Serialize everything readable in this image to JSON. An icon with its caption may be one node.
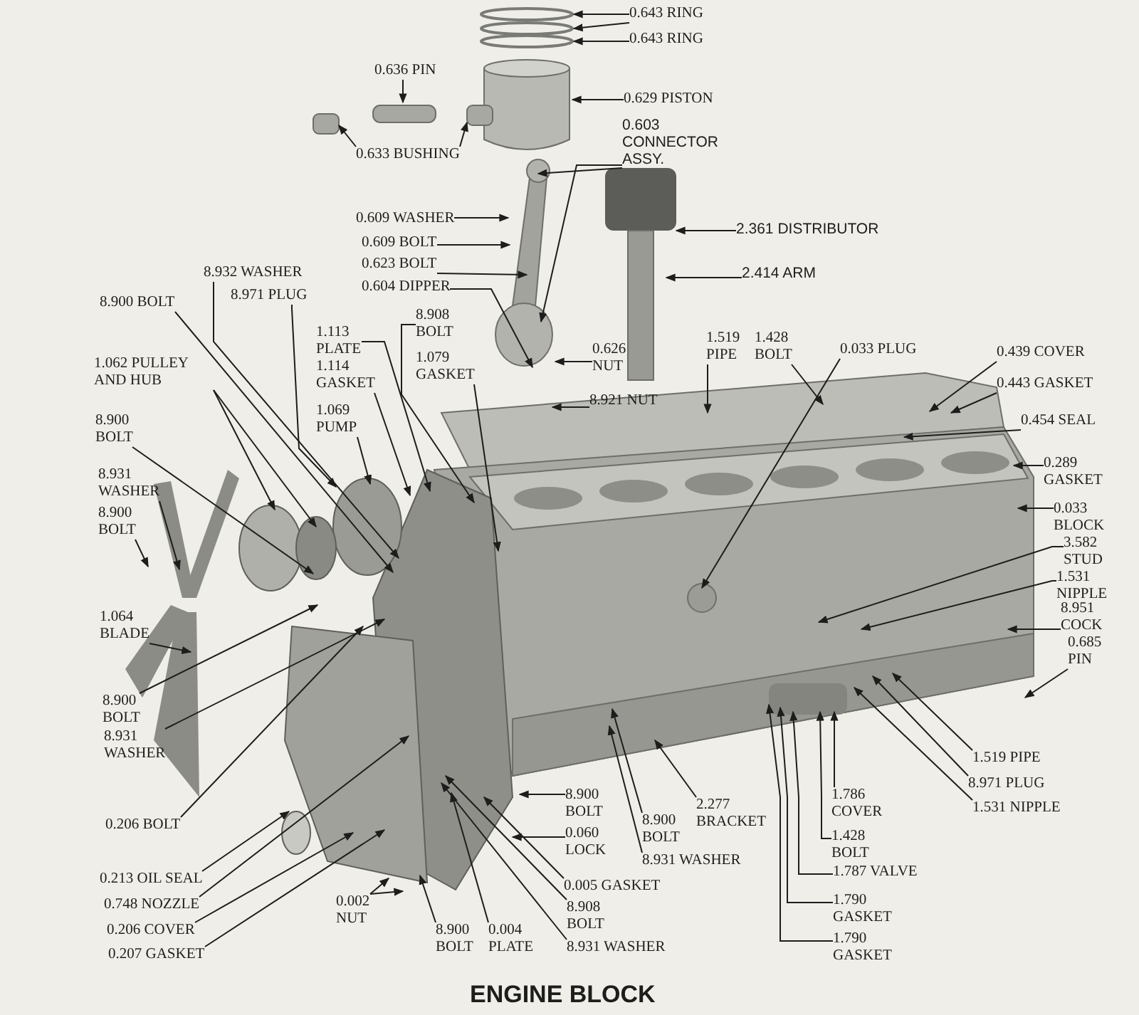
{
  "diagram": {
    "title": "ENGINE BLOCK",
    "nodes": [
      {
        "text": [
          "0.643 RING"
        ]
      },
      {
        "text": [
          "0.643 RING"
        ]
      },
      {
        "text": [
          "0.636 PIN"
        ]
      },
      {
        "text": [
          "0.629 PISTON"
        ]
      },
      {
        "text": [
          "0.603 CONNECTOR ASSY."
        ]
      },
      {
        "text": [
          "0.633 BUSHING"
        ]
      },
      {
        "text": [
          "0.609 WASHER"
        ]
      },
      {
        "text": [
          "2.361 DISTRIBUTOR"
        ]
      },
      {
        "text": [
          "0.609 BOLT"
        ]
      },
      {
        "text": [
          "0.623 BOLT"
        ]
      },
      {
        "text": [
          "2.414 ARM"
        ]
      },
      {
        "text": [
          "8.932 WASHER"
        ]
      },
      {
        "text": [
          "0.604 DIPPER"
        ]
      },
      {
        "text": [
          "8.971 PLUG"
        ]
      },
      {
        "text": [
          "8.900 BOLT"
        ]
      },
      {
        "text": [
          "8.908 BOLT"
        ]
      },
      {
        "text": [
          "1.113 PLATE"
        ]
      },
      {
        "text": [
          "0.626 NUT"
        ]
      },
      {
        "text": [
          "1.079 GASKET"
        ]
      },
      {
        "text": [
          "1.519 PIPE"
        ]
      },
      {
        "text": [
          "1.428 BOLT"
        ]
      },
      {
        "text": [
          "0.439 COVER"
        ]
      },
      {
        "text": [
          "1.062 PULLEY AND HUB"
        ]
      },
      {
        "text": [
          "1.114 GASKET"
        ]
      },
      {
        "text": [
          "0.033 PLUG"
        ]
      },
      {
        "text": [
          "0.443 GASKET"
        ]
      },
      {
        "text": [
          "8.921 NUT"
        ]
      },
      {
        "text": [
          "1.069 PUMP"
        ]
      },
      {
        "text": [
          "8.900 BOLT"
        ]
      },
      {
        "text": [
          "0.454 SEAL"
        ]
      },
      {
        "text": [
          "0.289 GASKET"
        ]
      },
      {
        "text": [
          "8.931 WASHER"
        ]
      },
      {
        "text": [
          "8.900 BOLT"
        ]
      },
      {
        "text": [
          "0.033 BLOCK"
        ]
      },
      {
        "text": [
          "3.582 STUD"
        ]
      },
      {
        "text": [
          "1.531 NIPPLE"
        ]
      },
      {
        "text": [
          "1.064 BLADE"
        ]
      },
      {
        "text": [
          "8.951 COCK"
        ]
      },
      {
        "text": [
          "0.685 PIN"
        ]
      },
      {
        "text": [
          "8.900 BOLT"
        ]
      },
      {
        "text": [
          "8.931 WASHER"
        ]
      },
      {
        "text": [
          "1.519 PIPE"
        ]
      },
      {
        "text": [
          "8.971 PLUG"
        ]
      },
      {
        "text": [
          "1.786 COVER"
        ]
      },
      {
        "text": [
          "8.900 BOLT"
        ]
      },
      {
        "text": [
          "8.900 BOLT"
        ]
      },
      {
        "text": [
          "2.277 BRACKET"
        ]
      },
      {
        "text": [
          "1.531 NIPPLE"
        ]
      },
      {
        "text": [
          "0.206 BOLT"
        ]
      },
      {
        "text": [
          "0.060 LOCK"
        ]
      },
      {
        "text": [
          "1.428 BOLT"
        ]
      },
      {
        "text": [
          "8.931 WASHER"
        ]
      },
      {
        "text": [
          "1.787 VALVE"
        ]
      },
      {
        "text": [
          "0.213 OIL SEAL"
        ]
      },
      {
        "text": [
          "0.005 GASKET"
        ]
      },
      {
        "text": [
          "1.790 GASKET"
        ]
      },
      {
        "text": [
          "0.748 NOZZLE"
        ]
      },
      {
        "text": [
          "0.002 NUT"
        ]
      },
      {
        "text": [
          "8.908 BOLT"
        ]
      },
      {
        "text": [
          "0.206 COVER"
        ]
      },
      {
        "text": [
          "8.900 BOLT"
        ]
      },
      {
        "text": [
          "0.004 PLATE"
        ]
      },
      {
        "text": [
          "1.790 GASKET"
        ]
      },
      {
        "text": [
          "8.931 WASHER"
        ]
      },
      {
        "text": [
          "0.207 GASKET"
        ]
      }
    ],
    "edges": [
      {
        "from": 0,
        "to": null,
        "arrow": "to"
      },
      {
        "from": 0,
        "to": null,
        "arrow": "to"
      },
      {
        "from": 1,
        "to": null,
        "arrow": "to"
      },
      {
        "from": 2,
        "to": null,
        "arrow": "to"
      },
      {
        "from": 3,
        "to": null,
        "arrow": "to"
      },
      {
        "from": 4,
        "to": null,
        "arrow": "to"
      },
      {
        "from": 4,
        "to": null,
        "arrow": "to"
      },
      {
        "from": 5,
        "to": null,
        "arrow": "to"
      },
      {
        "from": 5,
        "to": null,
        "arrow": "to"
      },
      {
        "from": 6,
        "to": null,
        "arrow": "to"
      },
      {
        "from": 7,
        "to": null,
        "arrow": "to"
      },
      {
        "from": 8,
        "to": null,
        "arrow": "to"
      },
      {
        "from": 9,
        "to": null,
        "arrow": "to"
      },
      {
        "from": 10,
        "to": null,
        "arrow": "to"
      },
      {
        "from": 11,
        "to": null,
        "arrow": "to"
      },
      {
        "from": 12,
        "to": null,
        "arrow": "to"
      },
      {
        "from": 13,
        "to": null,
        "arrow": "to"
      },
      {
        "from": 14,
        "to": null,
        "arrow": "to"
      },
      {
        "from": 15,
        "to": null,
        "arrow": "to"
      },
      {
        "from": 16,
        "to": null,
        "arrow": "to"
      },
      {
        "from": 17,
        "to": null,
        "arrow": "to"
      },
      {
        "from": 18,
        "to": null,
        "arrow": "to"
      },
      {
        "from": 19,
        "to": null,
        "arrow": "to"
      },
      {
        "from": 20,
        "to": null,
        "arrow": "to"
      },
      {
        "from": 21,
        "to": null,
        "arrow": "to"
      },
      {
        "from": 22,
        "to": null,
        "arrow": "to"
      },
      {
        "from": 22,
        "to": null,
        "arrow": "to"
      },
      {
        "from": 23,
        "to": null,
        "arrow": "to"
      },
      {
        "from": 24,
        "to": null,
        "arrow": "to"
      },
      {
        "from": 25,
        "to": null,
        "arrow": "to"
      },
      {
        "from": 26,
        "to": null,
        "arrow": "to"
      },
      {
        "from": 27,
        "to": null,
        "arrow": "to"
      },
      {
        "from": 28,
        "to": null,
        "arrow": "to"
      },
      {
        "from": 29,
        "to": null,
        "arrow": "to"
      },
      {
        "from": 30,
        "to": null,
        "arrow": "to"
      },
      {
        "from": 31,
        "to": null,
        "arrow": "to"
      },
      {
        "from": 32,
        "to": null,
        "arrow": "to"
      },
      {
        "from": 33,
        "to": null,
        "arrow": "to"
      },
      {
        "from": 34,
        "to": null,
        "arrow": "to"
      },
      {
        "from": 35,
        "to": null,
        "arrow": "to"
      },
      {
        "from": 36,
        "to": null,
        "arrow": "to"
      },
      {
        "from": 37,
        "to": null,
        "arrow": "to"
      },
      {
        "from": 38,
        "to": null,
        "arrow": "to"
      },
      {
        "from": 39,
        "to": null,
        "arrow": "to"
      },
      {
        "from": 40,
        "to": null,
        "arrow": "to"
      },
      {
        "from": 41,
        "to": null,
        "arrow": "to"
      },
      {
        "from": 42,
        "to": null,
        "arrow": "to"
      },
      {
        "from": 43,
        "to": null,
        "arrow": "to"
      },
      {
        "from": 44,
        "to": null,
        "arrow": "to"
      },
      {
        "from": 45,
        "to": null,
        "arrow": "to"
      },
      {
        "from": 46,
        "to": null,
        "arrow": "to"
      },
      {
        "from": 47,
        "to": null,
        "arrow": "to"
      },
      {
        "from": 48,
        "to": null,
        "arrow": "to"
      },
      {
        "from": 49,
        "to": null,
        "arrow": "to"
      },
      {
        "from": 50,
        "to": null,
        "arrow": "to"
      },
      {
        "from": 51,
        "to": null,
        "arrow": "to"
      },
      {
        "from": 52,
        "to": null,
        "arrow": "to"
      },
      {
        "from": 53,
        "to": null,
        "arrow": "to"
      },
      {
        "from": 54,
        "to": null,
        "arrow": "to"
      },
      {
        "from": 55,
        "to": null,
        "arrow": "to"
      },
      {
        "from": 56,
        "to": null,
        "arrow": "to"
      },
      {
        "from": 57,
        "to": null,
        "arrow": "to"
      },
      {
        "from": 57,
        "to": null,
        "arrow": "to"
      },
      {
        "from": 58,
        "to": null,
        "arrow": "to"
      },
      {
        "from": 59,
        "to": null,
        "arrow": "to"
      },
      {
        "from": 60,
        "to": null,
        "arrow": "to"
      },
      {
        "from": 61,
        "to": null,
        "arrow": "to"
      },
      {
        "from": 62,
        "to": null,
        "arrow": "to"
      },
      {
        "from": 63,
        "to": null,
        "arrow": "to"
      },
      {
        "from": 64,
        "to": null,
        "arrow": "to"
      }
    ]
  }
}
